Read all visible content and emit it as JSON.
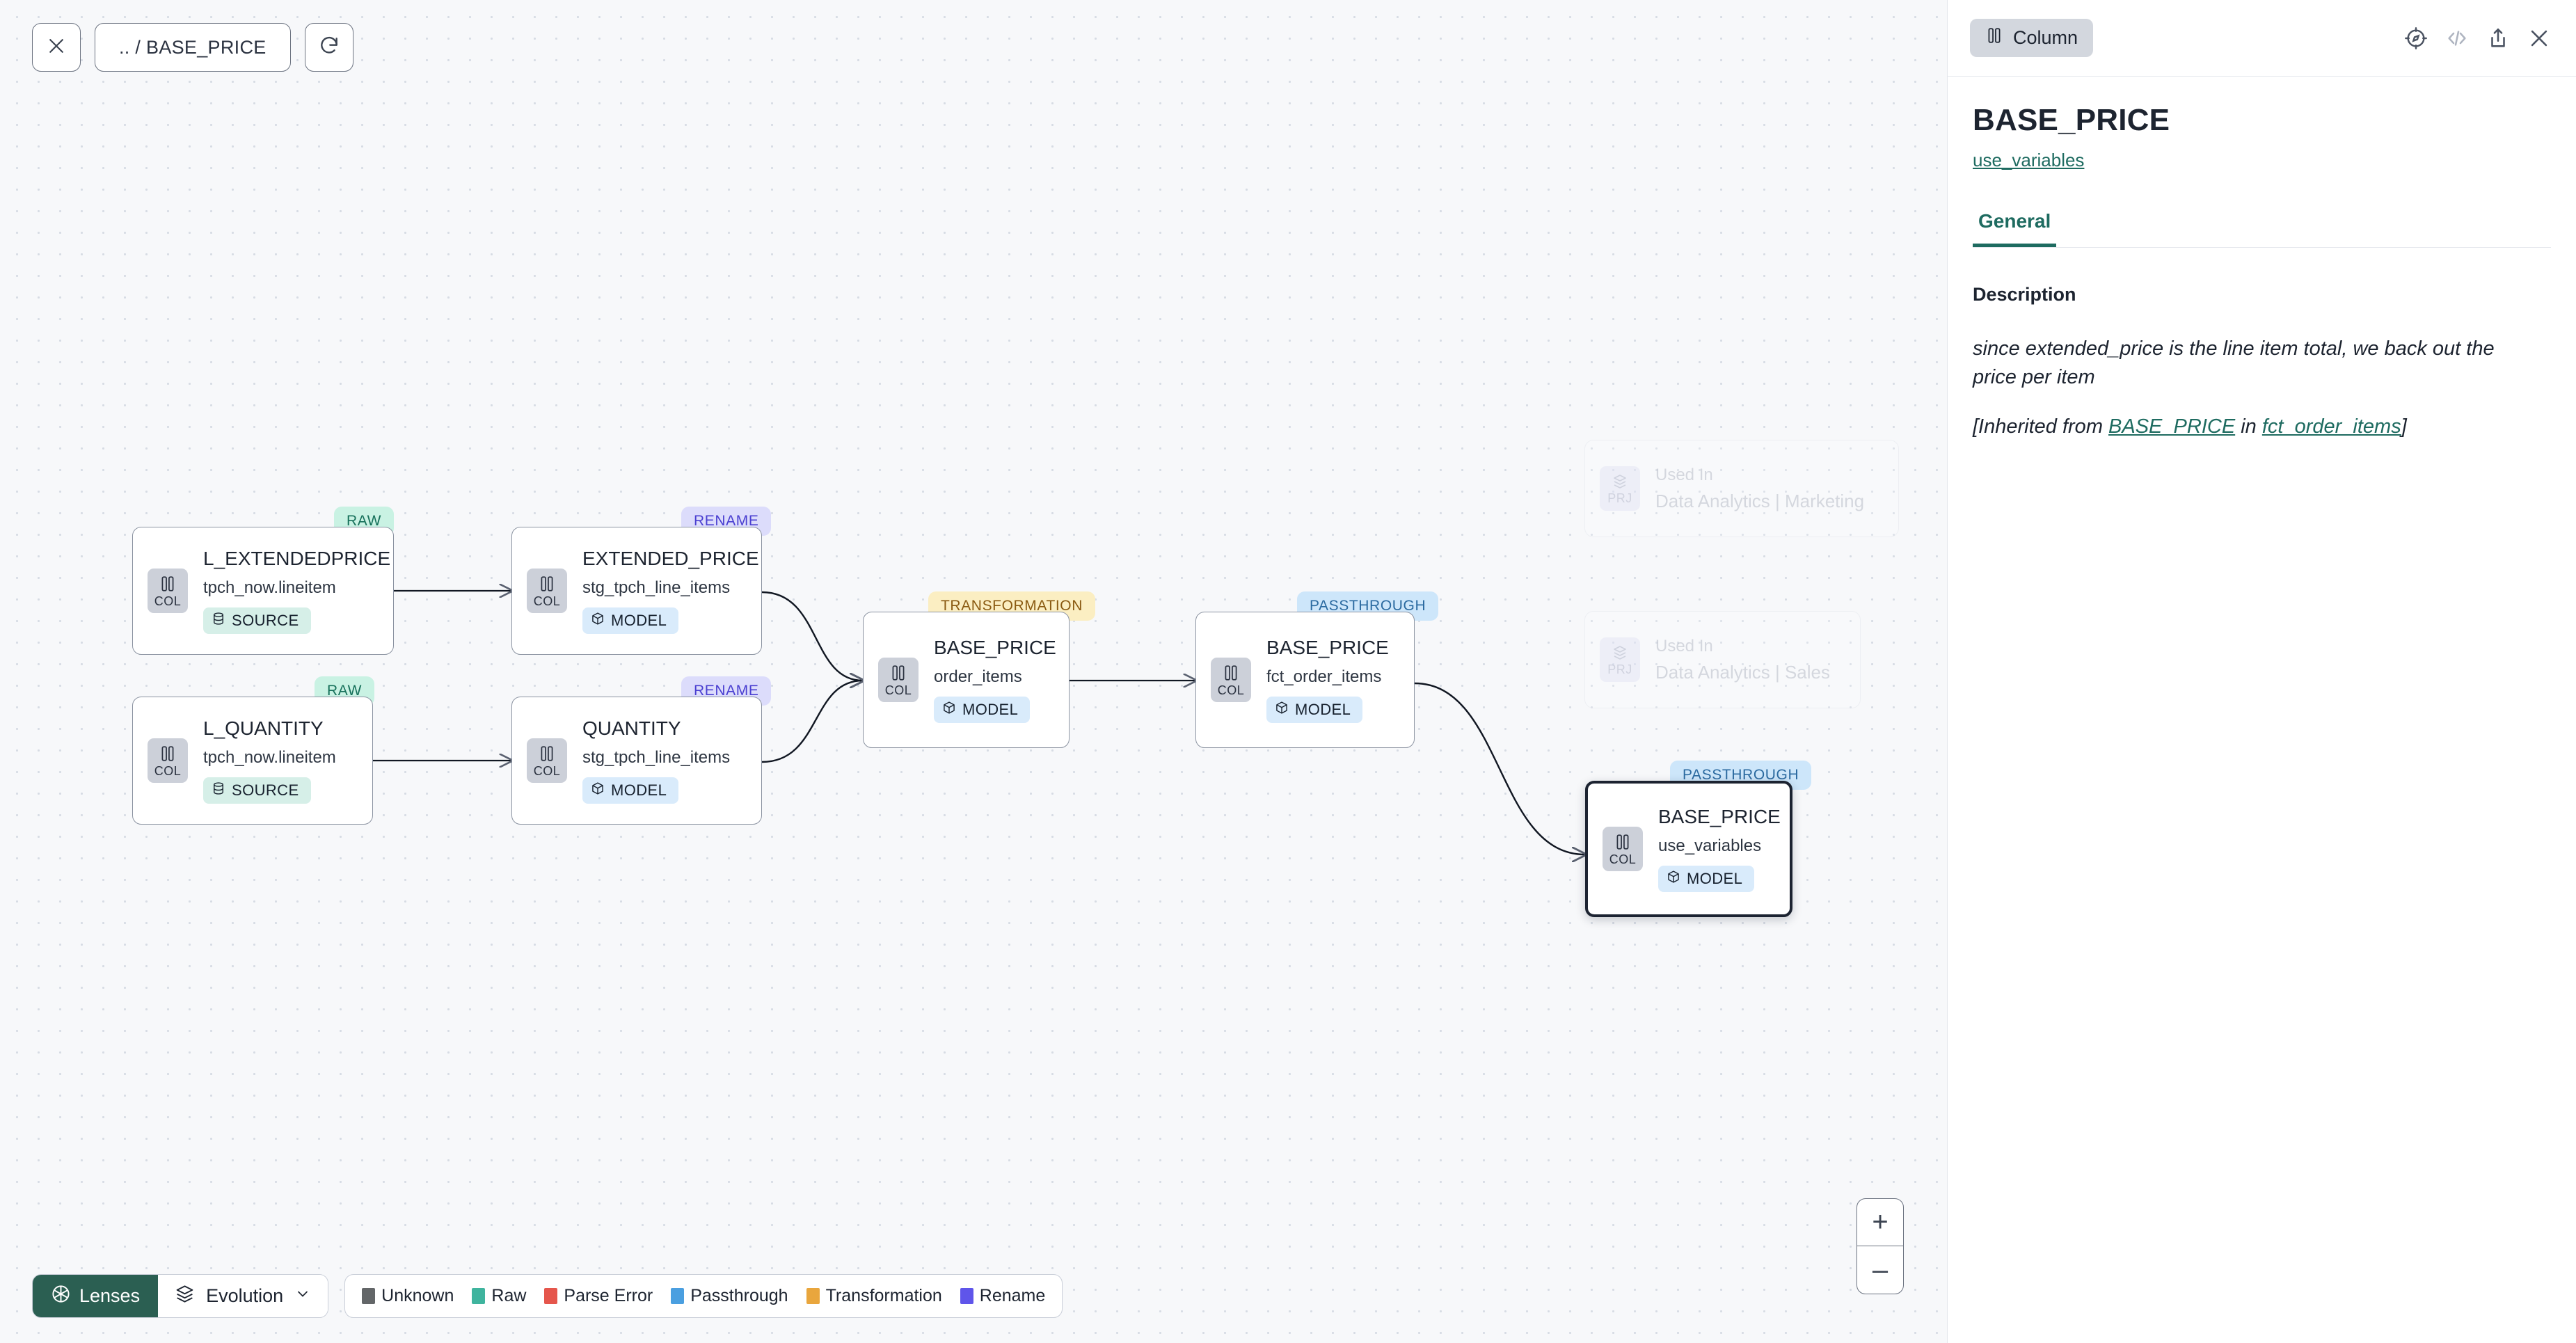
{
  "toolbar": {
    "close_icon": "close-icon",
    "breadcrumb": ".. / BASE_PRICE",
    "refresh_icon": "refresh-icon"
  },
  "canvas": {
    "nodes": [
      {
        "id": "l_extendedprice",
        "tag": "RAW",
        "tag_style": "raw",
        "icon_label": "COL",
        "title": "L_EXTENDEDPRICE",
        "subtitle": "tpch_now.lineitem",
        "chip": "SOURCE",
        "chip_style": "source",
        "selected": false
      },
      {
        "id": "l_quantity",
        "tag": "RAW",
        "tag_style": "raw",
        "icon_label": "COL",
        "title": "L_QUANTITY",
        "subtitle": "tpch_now.lineitem",
        "chip": "SOURCE",
        "chip_style": "source",
        "selected": false
      },
      {
        "id": "extended_price",
        "tag": "RENAME",
        "tag_style": "ren",
        "icon_label": "COL",
        "title": "EXTENDED_PRICE",
        "subtitle": "stg_tpch_line_items",
        "chip": "MODEL",
        "chip_style": "model",
        "selected": false
      },
      {
        "id": "quantity",
        "tag": "RENAME",
        "tag_style": "ren",
        "icon_label": "COL",
        "title": "QUANTITY",
        "subtitle": "stg_tpch_line_items",
        "chip": "MODEL",
        "chip_style": "model",
        "selected": false
      },
      {
        "id": "base_price_oi",
        "tag": "TRANSFORMATION",
        "tag_style": "trn",
        "icon_label": "COL",
        "title": "BASE_PRICE",
        "subtitle": "order_items",
        "chip": "MODEL",
        "chip_style": "model",
        "selected": false
      },
      {
        "id": "base_price_fct",
        "tag": "PASSTHROUGH",
        "tag_style": "pass",
        "icon_label": "COL",
        "title": "BASE_PRICE",
        "subtitle": "fct_order_items",
        "chip": "MODEL",
        "chip_style": "model",
        "selected": false
      },
      {
        "id": "base_price_uv",
        "tag": "PASSTHROUGH",
        "tag_style": "pass",
        "icon_label": "COL",
        "title": "BASE_PRICE",
        "subtitle": "use_variables",
        "chip": "MODEL",
        "chip_style": "model",
        "selected": true
      }
    ],
    "used_in": [
      {
        "id": "used_marketing",
        "icon_label": "PRJ",
        "top": "Used In",
        "bottom": "Data Analytics | Marketing"
      },
      {
        "id": "used_sales",
        "icon_label": "PRJ",
        "top": "Used In",
        "bottom": "Data Analytics | Sales"
      }
    ],
    "zoom_in_label": "+",
    "zoom_out_label": "–"
  },
  "bottombar": {
    "lenses_label": "Lenses",
    "lenses_icon": "aperture-icon",
    "evolution_label": "Evolution",
    "evolution_icon": "layers-icon",
    "chevron_icon": "chevron-down-icon",
    "legend": [
      {
        "label": "Unknown",
        "color": "#636668"
      },
      {
        "label": "Raw",
        "color": "#3fb49e"
      },
      {
        "label": "Parse Error",
        "color": "#e5564c"
      },
      {
        "label": "Passthrough",
        "color": "#4a9fe0"
      },
      {
        "label": "Transformation",
        "color": "#e9a63d"
      },
      {
        "label": "Rename",
        "color": "#5f55ea"
      }
    ]
  },
  "panel": {
    "type_label": "Column",
    "type_icon": "column-icon",
    "icons": {
      "explore": "compass-icon",
      "code": "code-icon",
      "share": "share-icon",
      "close": "close-icon"
    },
    "title": "BASE_PRICE",
    "model_link": "use_variables",
    "tabs": [
      {
        "label": "General",
        "active": true
      }
    ],
    "description_label": "Description",
    "description_text": "since extended_price is the line item total, we back out the price per item",
    "inherited_prefix": "[Inherited from ",
    "inherited_link_1": "BASE_PRICE",
    "inherited_middle": " in ",
    "inherited_link_2": "fct_order_items",
    "inherited_suffix": "]"
  },
  "colors": {
    "accent_teal": "#1e6b60",
    "lenses_bg": "#2b5f52",
    "canvas_bg": "#f7f8fa"
  }
}
